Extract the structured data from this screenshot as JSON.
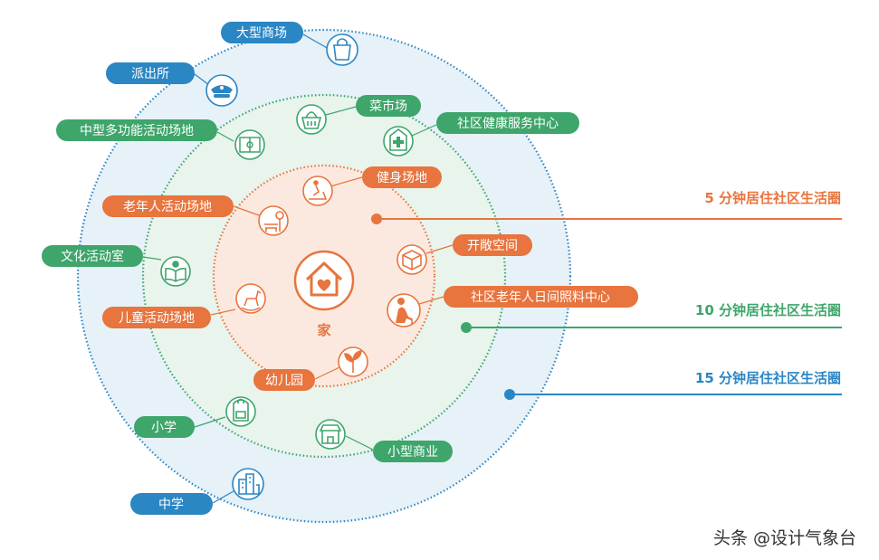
{
  "center": {
    "label": "家",
    "icon": "house-heart-icon"
  },
  "colors": {
    "orange": "#e8743e",
    "green": "#3ea56b",
    "blue": "#2b86c4",
    "ring15_fill": "#e6f1f8",
    "ring10_fill": "#e8f4ec",
    "ring5_fill": "#fbe9df",
    "icon_fill": "#ffffff"
  },
  "circles": {
    "five": {
      "label": "5 分钟居住社区生活圈"
    },
    "ten": {
      "label": "10 分钟居住社区生活圈"
    },
    "fifteen": {
      "label": "15 分钟居住社区生活圈"
    }
  },
  "nodes": {
    "fitness": {
      "label": "健身场地",
      "icon": "treadmill-icon"
    },
    "elderly_activity": {
      "label": "老年人活动场地",
      "icon": "park-bench-icon"
    },
    "open_space": {
      "label": "开敞空间",
      "icon": "cube-icon"
    },
    "elderly_daycare": {
      "label": "社区老年人日间照料中心",
      "icon": "elderly-person-icon"
    },
    "children_activity": {
      "label": "儿童活动场地",
      "icon": "rocking-horse-icon"
    },
    "kindergarten": {
      "label": "幼儿园",
      "icon": "sprout-icon"
    },
    "vegetable_market": {
      "label": "菜市场",
      "icon": "basket-icon"
    },
    "health_center": {
      "label": "社区健康服务中心",
      "icon": "medical-cross-icon"
    },
    "sports_venue": {
      "label": "中型多功能活动场地",
      "icon": "sports-court-icon"
    },
    "culture_room": {
      "label": "文化活动室",
      "icon": "open-book-icon"
    },
    "primary_school": {
      "label": "小学",
      "icon": "backpack-icon"
    },
    "small_commerce": {
      "label": "小型商业",
      "icon": "storefront-icon"
    },
    "police": {
      "label": "派出所",
      "icon": "police-cap-icon"
    },
    "mall": {
      "label": "大型商场",
      "icon": "shopping-bag-icon"
    },
    "middle_school": {
      "label": "中学",
      "icon": "school-building-icon"
    }
  },
  "watermark": {
    "text": "头条 @设计气象台"
  }
}
